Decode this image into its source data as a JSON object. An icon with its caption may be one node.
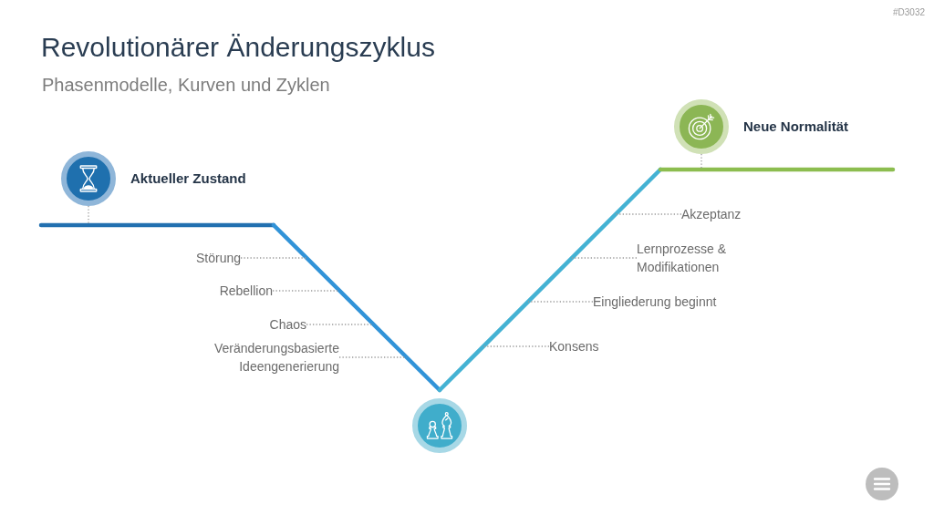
{
  "diagram": {
    "title": "Revolutionärer Änderungszyklus",
    "nodes": [
      {
        "text": [],
        "shape": "circle",
        "beside": [
          "Aktueller Zustand"
        ]
      },
      {
        "text": [],
        "shape": "circle",
        "beside": [
          "Neue Normalität"
        ]
      },
      {
        "text": [],
        "shape": "circle"
      },
      {
        "text": [
          "Störung"
        ]
      },
      {
        "text": [
          "Rebellion"
        ]
      },
      {
        "text": [
          "Chaos"
        ]
      },
      {
        "text": [
          "Veränderungsbasierte Ideengenerierung"
        ]
      },
      {
        "text": [
          "Konsens"
        ]
      },
      {
        "text": [
          "Eingliederung beginnt"
        ]
      },
      {
        "text": [
          "Lernprozesse & Modifikationen"
        ]
      },
      {
        "text": [
          "Akzeptanz"
        ]
      }
    ],
    "edges": [
      {
        "from": 0,
        "to": null,
        "arrow": "none",
        "style": "dashed"
      },
      {
        "from": 1,
        "to": null,
        "arrow": "none",
        "style": "dashed"
      },
      {
        "from": 3,
        "to": null,
        "arrow": "none",
        "style": "dashed"
      },
      {
        "from": 4,
        "to": null,
        "arrow": "none",
        "style": "dashed"
      },
      {
        "from": 5,
        "to": null,
        "arrow": "none",
        "style": "dashed"
      },
      {
        "from": 6,
        "to": null,
        "arrow": "none",
        "style": "dashed"
      },
      {
        "from": 7,
        "to": null,
        "arrow": "none",
        "style": "dashed"
      },
      {
        "from": 8,
        "to": null,
        "arrow": "none",
        "style": "dashed"
      },
      {
        "from": 9,
        "to": null,
        "arrow": "none",
        "style": "dashed"
      },
      {
        "from": 10,
        "to": null,
        "arrow": "none",
        "style": "dashed"
      }
    ],
    "labels": [
      "#D3032",
      "Phasenmodelle, Kurven und Zyklen"
    ]
  }
}
